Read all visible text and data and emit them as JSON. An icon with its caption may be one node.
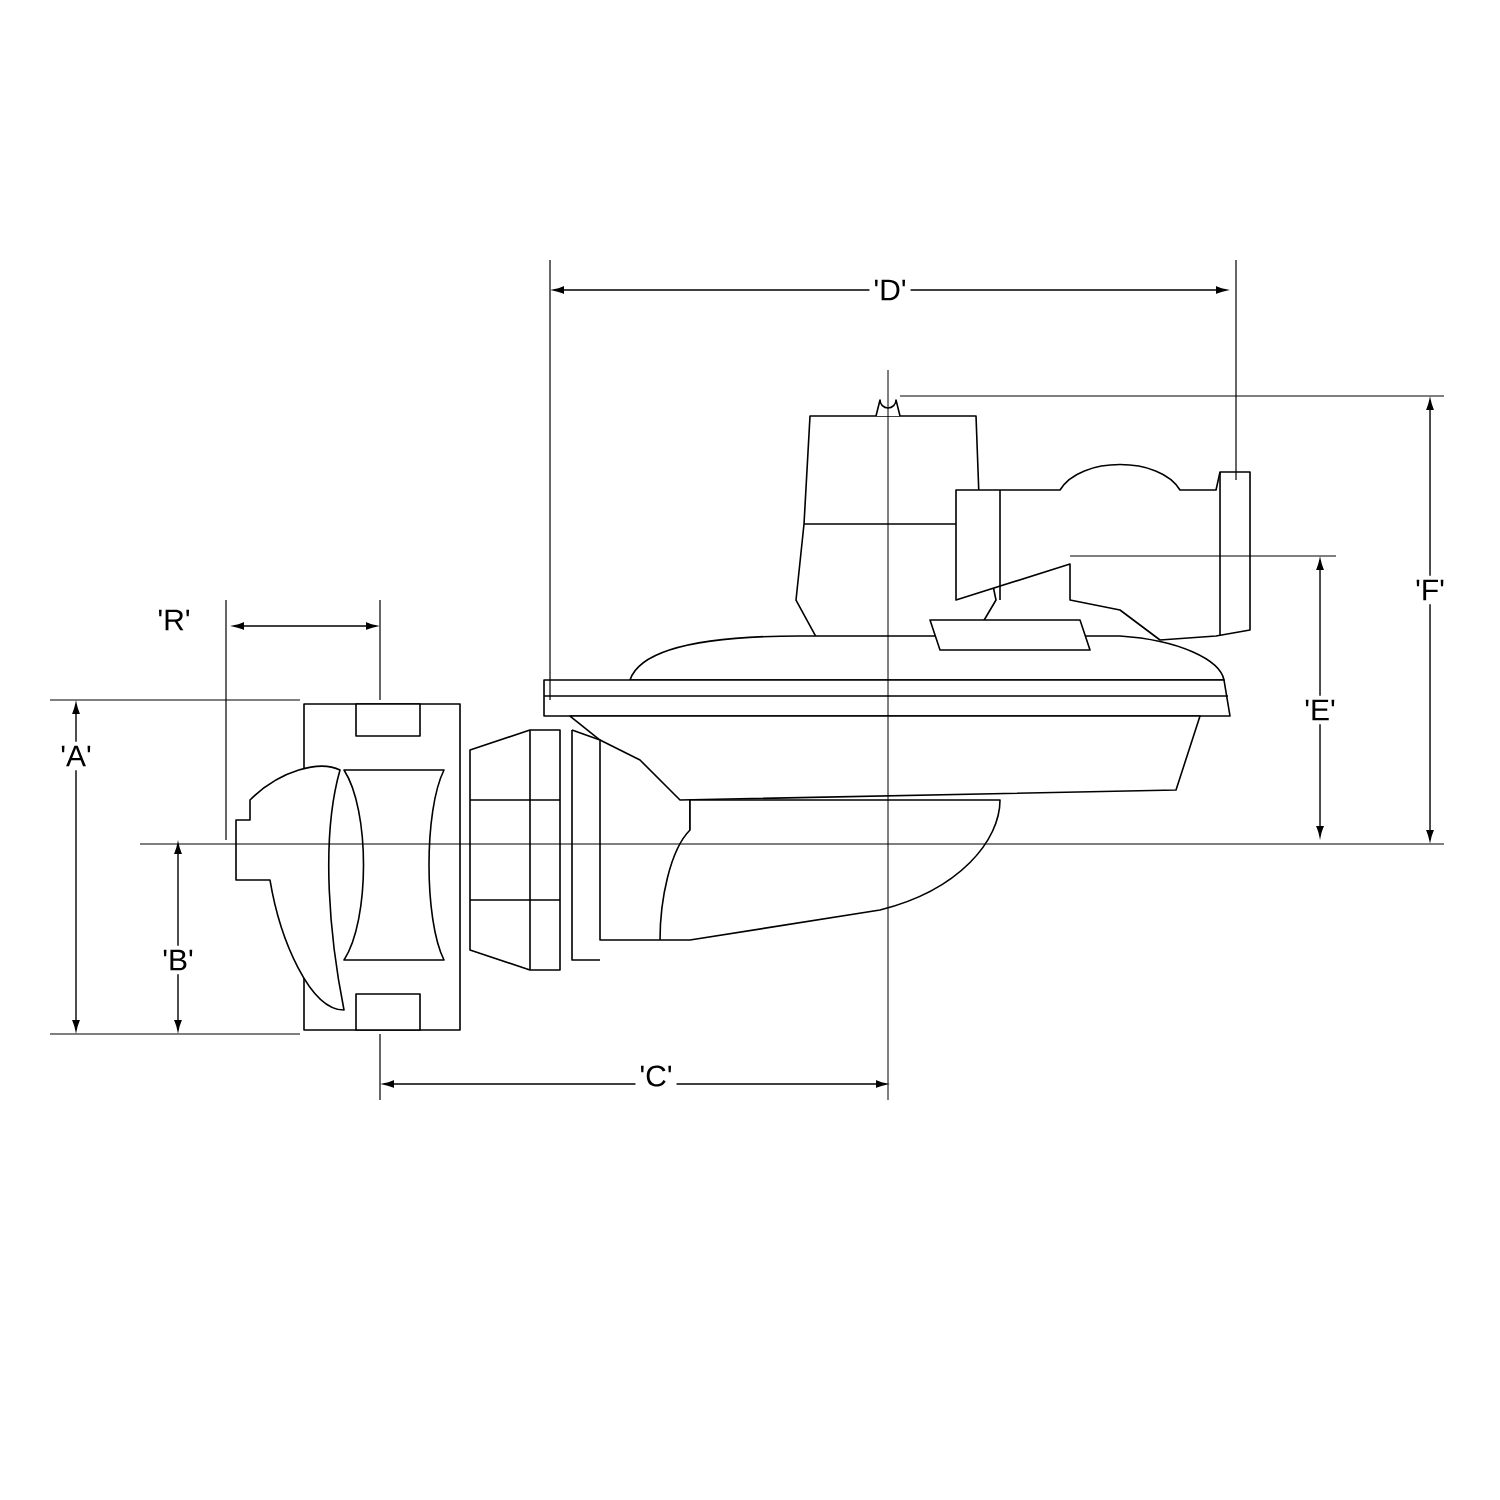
{
  "diagram": {
    "labels": [
      "'D'",
      "'F'",
      "'R'",
      "'E'",
      "'A'",
      "'B'",
      "'C'"
    ]
  }
}
